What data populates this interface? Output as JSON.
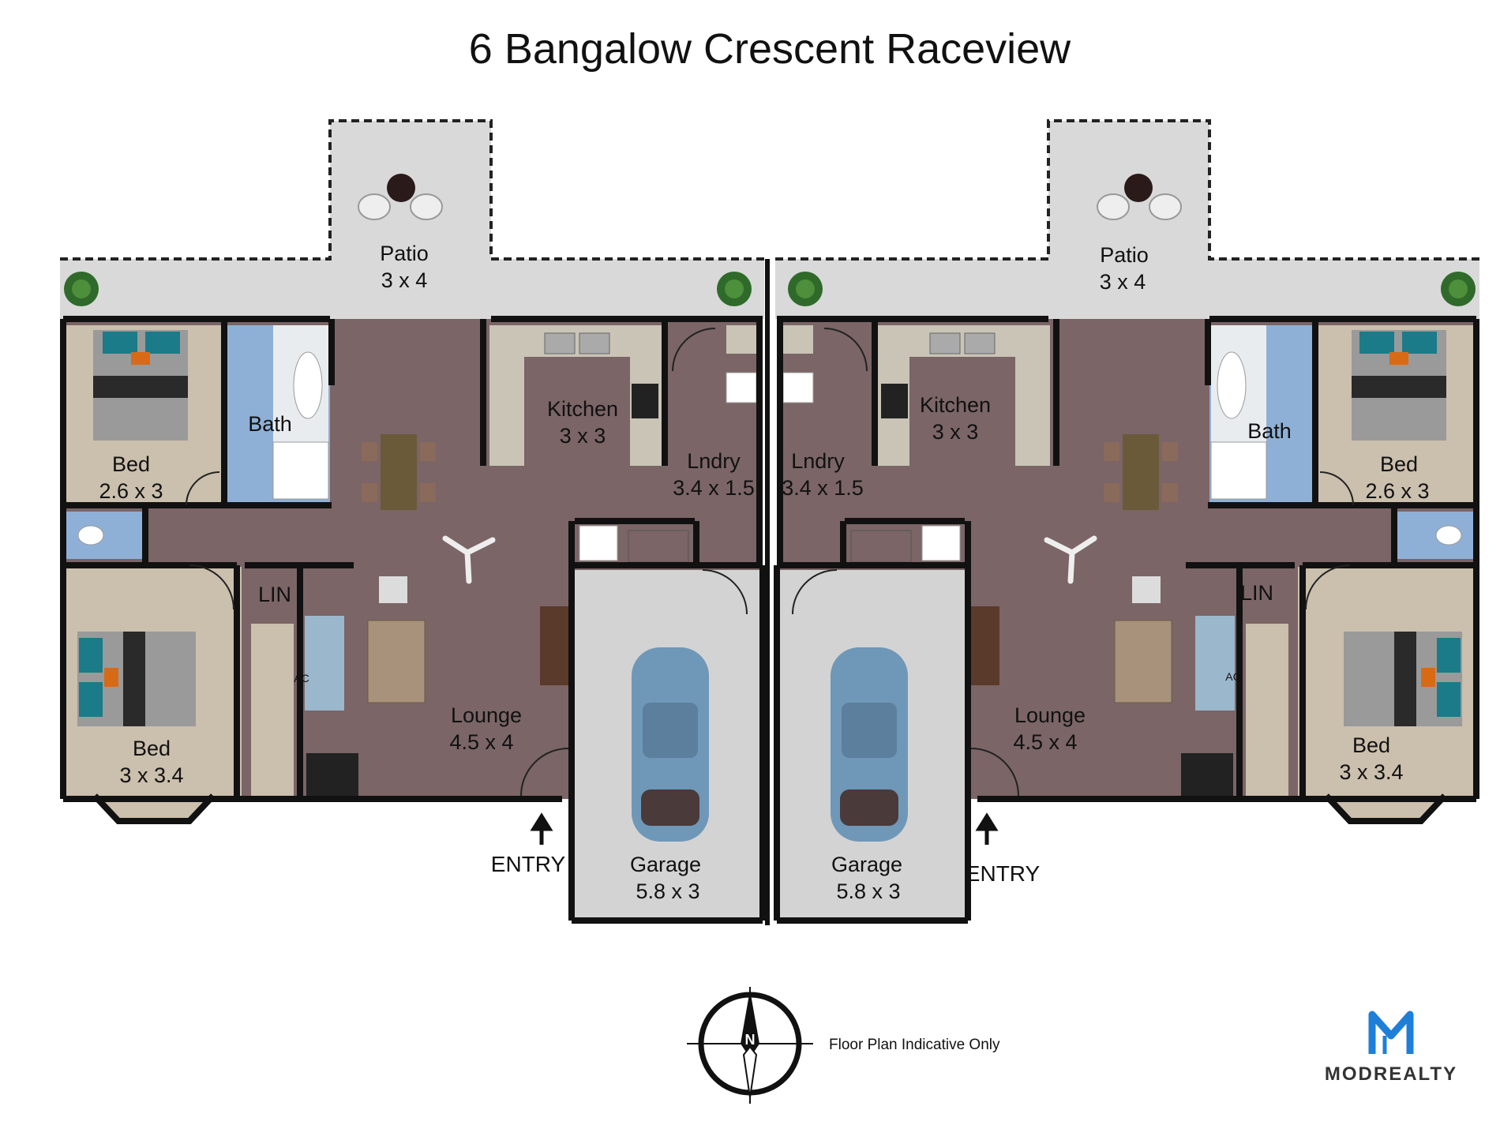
{
  "title": "6 Bangalow Crescent Raceview",
  "rooms": {
    "patio_label": "Patio",
    "patio_size": "3 x 4",
    "kitchen_label": "Kitchen",
    "kitchen_size": "3 x 3",
    "laundry_label": "Lndry",
    "laundry_size": "3.4 x 1.5",
    "bath_label": "Bath",
    "bed_small_label": "Bed",
    "bed_small_size": "2.6 x 3",
    "bed_large_label": "Bed",
    "bed_large_size": "3 x 3.4",
    "lounge_label": "Lounge",
    "lounge_size": "4.5 x 4",
    "garage_label": "Garage",
    "garage_size": "5.8 x 3",
    "linen_label": "LIN",
    "ac_label": "AC"
  },
  "entry_label": "ENTRY",
  "compass_label": "N",
  "footer_note": "Floor Plan Indicative Only",
  "brand": {
    "name": "MODREALTY"
  },
  "colors": {
    "floor": "#7b6566",
    "patio": "#d9d9d9",
    "garage": "#d3d3d3",
    "carpet": "#cbbfad",
    "tile": "#8fb0d6",
    "wall": "#111111",
    "bench": "#c9c4b6",
    "car": "#6f97b8",
    "brand_blue": "#1e7fd8"
  }
}
